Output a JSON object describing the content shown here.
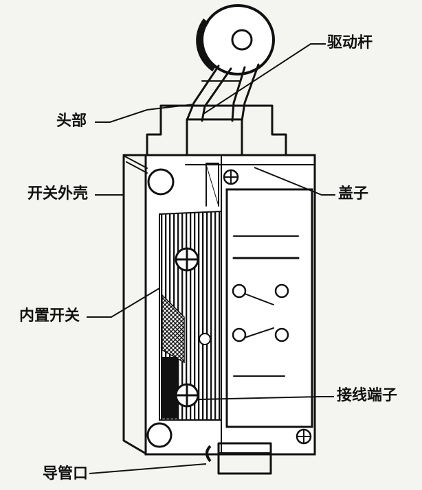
{
  "labels": {
    "drive_lever": "驱动杆",
    "head": "头部",
    "switch_housing": "开关外壳",
    "cover": "盖子",
    "internal_switch": "内置开关",
    "terminal": "接线端子",
    "conduit_port": "导管口"
  },
  "colors": {
    "ink": "#111111",
    "paper": "#f4f4f1"
  }
}
